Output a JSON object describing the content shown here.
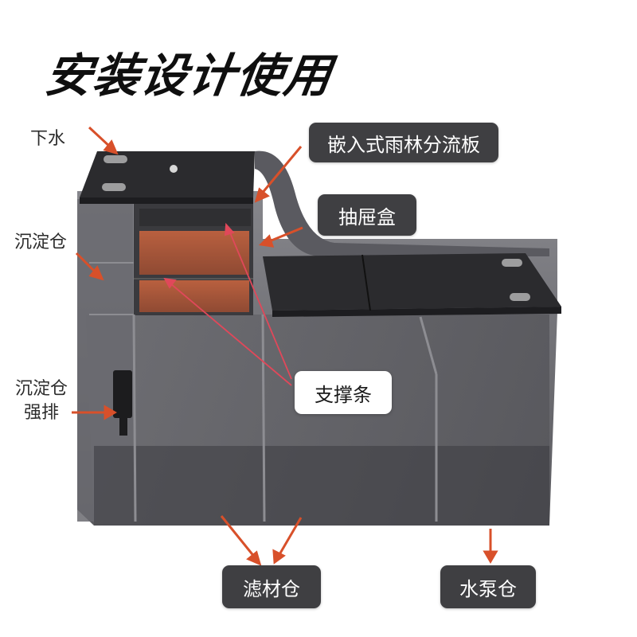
{
  "title": "安装设计使用",
  "labels": {
    "drain": "下水",
    "settling_tank": "沉淀仓",
    "settling_drain_1": "沉淀仓",
    "settling_drain_2": "强排",
    "rain_plate": "嵌入式雨林分流板",
    "drawer_box": "抽屉盒",
    "support_strip": "支撑条",
    "filter_chamber": "滤材仓",
    "pump_chamber": "水泵仓"
  },
  "colors": {
    "tank_body": "#5e5e63",
    "tank_lid": "#2b2b2e",
    "filter_media": "#a8553a",
    "arrow": "#d8502a",
    "annotation_line": "#e0485a",
    "tag_bg": "#3f3f42"
  }
}
